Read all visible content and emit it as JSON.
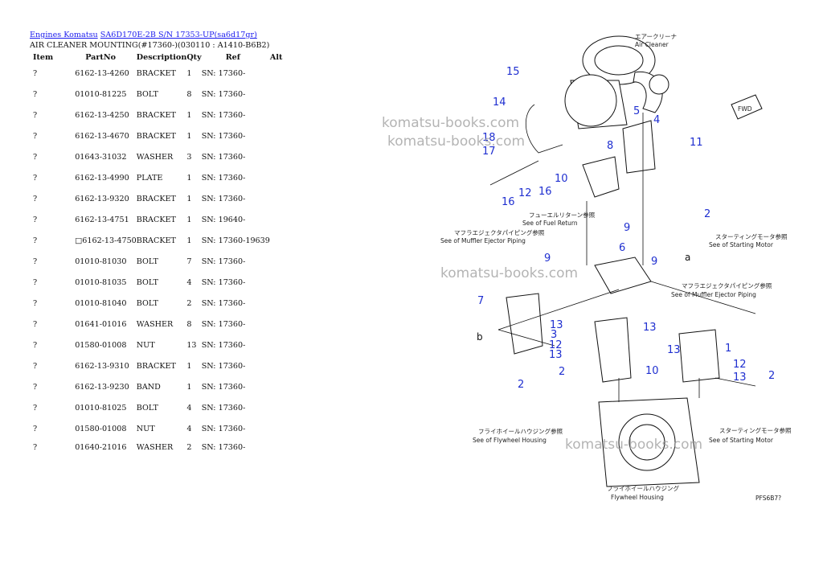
{
  "breadcrumb": {
    "link1": "Engines Komatsu",
    "link2": "SA6D170E-2B S/N 17353-UP(sa6d17gr)"
  },
  "title": "AIR CLEANER MOUNTING(#17360-)(030110 : A1410-B6B2)",
  "columns": [
    "Item",
    "PartNo",
    "Description",
    "Qty",
    "Ref",
    "Alt"
  ],
  "rows": [
    {
      "item": "?",
      "part": "6162-13-4260",
      "desc": "BRACKET",
      "qty": "1",
      "ref": "SN: 17360-"
    },
    {
      "item": "?",
      "part": "01010-81225",
      "desc": "BOLT",
      "qty": "8",
      "ref": "SN: 17360-"
    },
    {
      "item": "?",
      "part": "6162-13-4250",
      "desc": "BRACKET",
      "qty": "1",
      "ref": "SN: 17360-"
    },
    {
      "item": "?",
      "part": "6162-13-4670",
      "desc": "BRACKET",
      "qty": "1",
      "ref": "SN: 17360-"
    },
    {
      "item": "?",
      "part": "01643-31032",
      "desc": "WASHER",
      "qty": "3",
      "ref": "SN: 17360-"
    },
    {
      "item": "?",
      "part": "6162-13-4990",
      "desc": "PLATE",
      "qty": "1",
      "ref": "SN: 17360-"
    },
    {
      "item": "?",
      "part": "6162-13-9320",
      "desc": "BRACKET",
      "qty": "1",
      "ref": "SN: 17360-"
    },
    {
      "item": "?",
      "part": "6162-13-4751",
      "desc": "BRACKET",
      "qty": "1",
      "ref": "SN: 19640-"
    },
    {
      "item": "?",
      "part": "□6162-13-4750",
      "desc": "BRACKET",
      "qty": "1",
      "ref": "SN: 17360-19639"
    },
    {
      "item": "?",
      "part": "01010-81030",
      "desc": "BOLT",
      "qty": "7",
      "ref": "SN: 17360-"
    },
    {
      "item": "?",
      "part": "01010-81035",
      "desc": "BOLT",
      "qty": "4",
      "ref": "SN: 17360-"
    },
    {
      "item": "?",
      "part": "01010-81040",
      "desc": "BOLT",
      "qty": "2",
      "ref": "SN: 17360-"
    },
    {
      "item": "?",
      "part": "01641-01016",
      "desc": "WASHER",
      "qty": "8",
      "ref": "SN: 17360-"
    },
    {
      "item": "?",
      "part": "01580-01008",
      "desc": "NUT",
      "qty": "13",
      "ref": "SN: 17360-"
    },
    {
      "item": "?",
      "part": "6162-13-9310",
      "desc": "BRACKET",
      "qty": "1",
      "ref": "SN: 17360-"
    },
    {
      "item": "?",
      "part": "6162-13-9230",
      "desc": "BAND",
      "qty": "1",
      "ref": "SN: 17360-"
    },
    {
      "item": "?",
      "part": "01010-81025",
      "desc": "BOLT",
      "qty": "4",
      "ref": "SN: 17360-"
    },
    {
      "item": "?",
      "part": "01580-01008",
      "desc": "NUT",
      "qty": "4",
      "ref": "SN: 17360-"
    },
    {
      "item": "?",
      "part": "01640-21016",
      "desc": "WASHER",
      "qty": "2",
      "ref": "SN: 17360-"
    }
  ],
  "diagram": {
    "watermark": "komatsu-books.com",
    "callouts": [
      "15",
      "14",
      "5",
      "4",
      "11",
      "18",
      "17",
      "8",
      "10",
      "16",
      "12",
      "16",
      "2",
      "9",
      "6",
      "9",
      "9",
      "7",
      "13",
      "3",
      "12",
      "13",
      "2",
      "2",
      "13",
      "13",
      "10",
      "1",
      "12",
      "13",
      "2"
    ],
    "letters": [
      "a",
      "b"
    ],
    "labels": {
      "air_cleaner_jp": "エアークリーナ",
      "air_cleaner": "Air Cleaner",
      "fuel_return_jp": "フューエルリターン参照",
      "fuel_return": "See of Fuel Return",
      "muffler1_jp": "マフラエジェクタパイピング参照",
      "muffler1": "See of Muffler Ejector Piping",
      "muffler2_jp": "マフラエジェクタパイピング参照",
      "muffler2": "See of Muffler Ejector Piping",
      "starting1_jp": "スターティングモータ参照",
      "starting1": "See of Starting Motor",
      "starting2_jp": "スターティングモータ参照",
      "starting2": "See of Starting Motor",
      "flywheel1_jp": "フライホイールハウジング参照",
      "flywheel1": "See of Flywheel Housing",
      "flywheel2_jp": "フライホイールハウジング",
      "flywheel2": "Flywheel Housing",
      "code": "PFS6B7?",
      "fwd": "FWD"
    }
  }
}
